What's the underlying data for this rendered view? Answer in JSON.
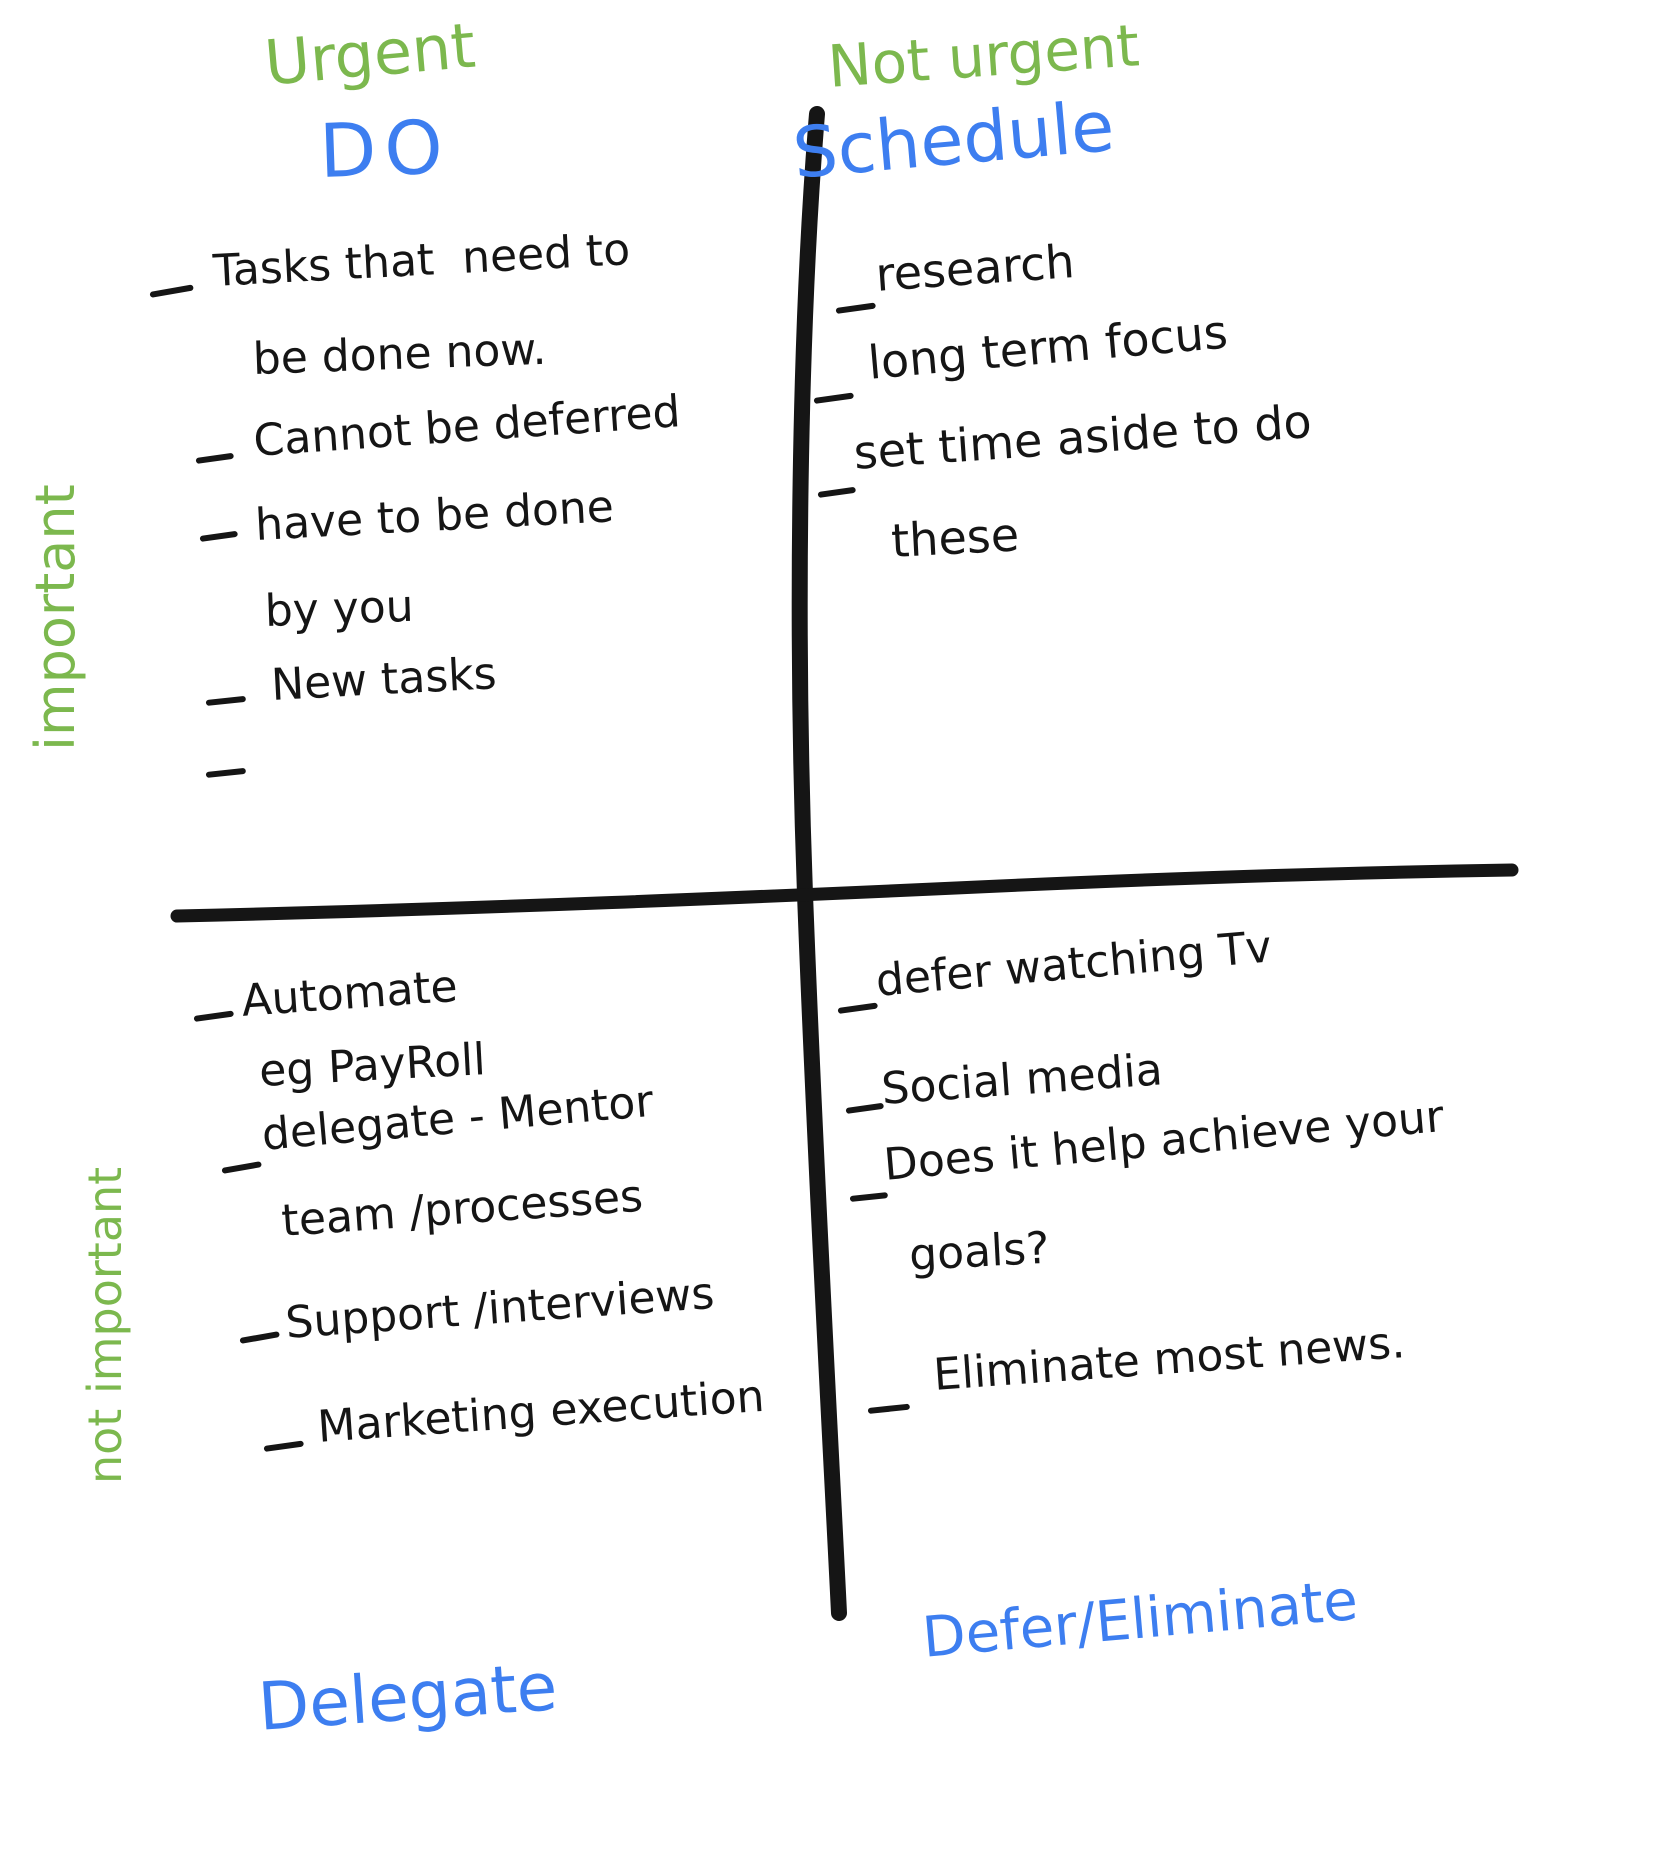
{
  "colors": {
    "green": "#7cb84e",
    "blue": "#3d7ef0",
    "ink": "#151515",
    "background": "#ffffff"
  },
  "matrix": {
    "column_labels": {
      "left": "Urgent",
      "right": "Not urgent"
    },
    "row_labels": {
      "top": "important",
      "bottom": "not important"
    },
    "quadrants": {
      "do": {
        "title": "DO",
        "items": [
          {
            "lines": [
              "Tasks that  need to",
              "be done now."
            ]
          },
          {
            "lines": [
              "Cannot be deferred"
            ]
          },
          {
            "lines": [
              "have to be done",
              "by you"
            ]
          },
          {
            "lines": [
              "New tasks"
            ]
          },
          {
            "lines": [
              ""
            ]
          }
        ]
      },
      "schedule": {
        "title": "Schedule",
        "items": [
          {
            "lines": [
              "research"
            ]
          },
          {
            "lines": [
              "long term focus"
            ]
          },
          {
            "lines": [
              "set time aside to do",
              "these"
            ]
          }
        ]
      },
      "delegate": {
        "title": "Delegate",
        "items": [
          {
            "lines": [
              "Automate",
              "eg PayRoll"
            ]
          },
          {
            "lines": [
              "delegate - Mentor",
              "team /processes"
            ]
          },
          {
            "lines": [
              "Support /interviews"
            ]
          },
          {
            "lines": [
              "Marketing execution"
            ]
          }
        ]
      },
      "defer_eliminate": {
        "title": "Defer/Eliminate",
        "items": [
          {
            "lines": [
              "defer watching Tv"
            ]
          },
          {
            "lines": [
              "Social media"
            ]
          },
          {
            "lines": [
              "Does it help achieve your",
              "goals?"
            ]
          },
          {
            "lines": [
              "Eliminate most news."
            ]
          }
        ]
      }
    }
  }
}
